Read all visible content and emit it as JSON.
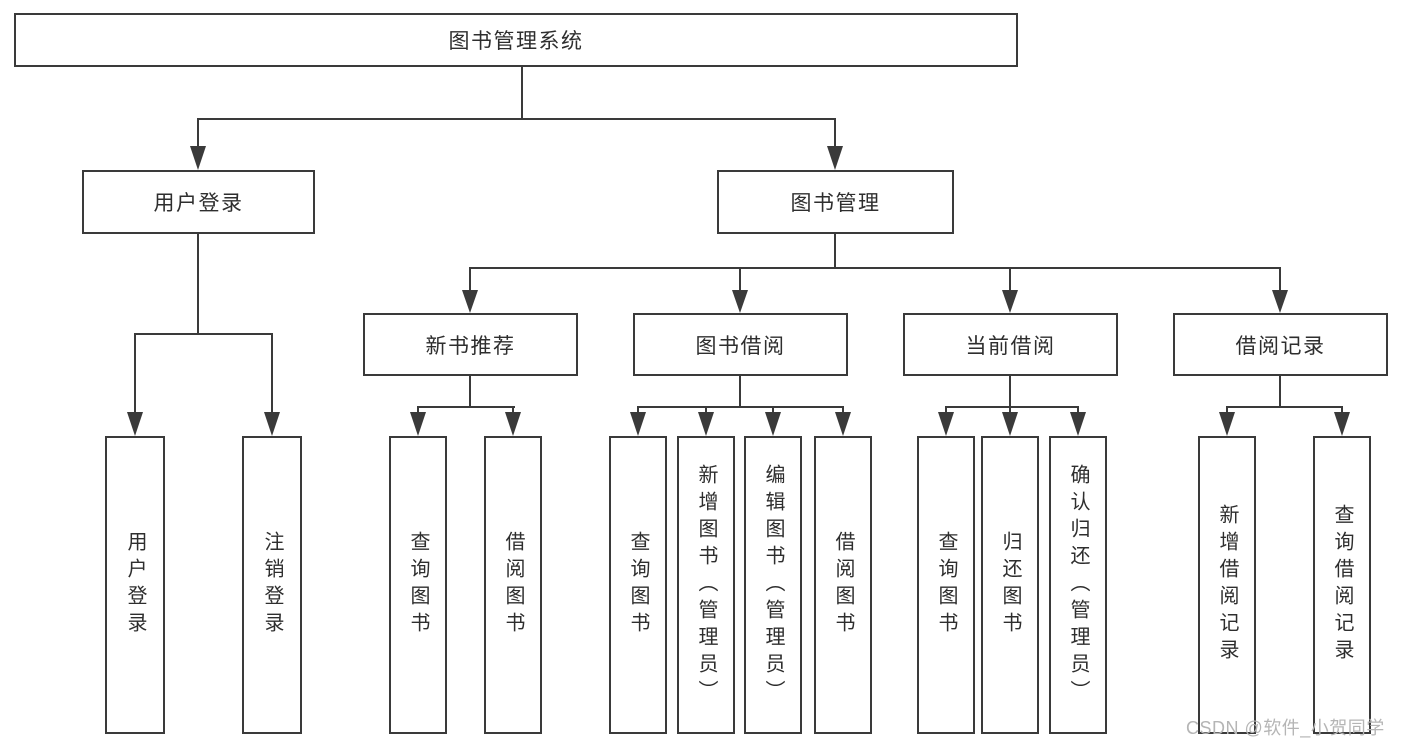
{
  "diagram": {
    "title_node": {
      "label": "图书管理系统"
    },
    "level1": [
      {
        "id": "user-login",
        "label": "用户登录"
      },
      {
        "id": "book-management",
        "label": "图书管理"
      }
    ],
    "level2": [
      {
        "id": "new-book-recommend",
        "label": "新书推荐",
        "parent": "图书管理"
      },
      {
        "id": "book-borrow",
        "label": "图书借阅",
        "parent": "图书管理"
      },
      {
        "id": "current-borrow",
        "label": "当前借阅",
        "parent": "图书管理"
      },
      {
        "id": "borrow-records",
        "label": "借阅记录",
        "parent": "图书管理"
      }
    ],
    "leaves": [
      {
        "id": "leaf-user-login",
        "label": "用户登录",
        "parent": "用户登录"
      },
      {
        "id": "leaf-logout",
        "label": "注销登录",
        "parent": "用户登录"
      },
      {
        "id": "leaf-query-books-1",
        "label": "查询图书",
        "parent": "新书推荐"
      },
      {
        "id": "leaf-borrow-books-1",
        "label": "借阅图书",
        "parent": "新书推荐"
      },
      {
        "id": "leaf-query-books-2",
        "label": "查询图书",
        "parent": "图书借阅"
      },
      {
        "id": "leaf-add-book-admin",
        "label": "新增图书（管理员）",
        "parent": "图书借阅"
      },
      {
        "id": "leaf-edit-book-admin",
        "label": "编辑图书（管理员）",
        "parent": "图书借阅"
      },
      {
        "id": "leaf-borrow-books-2",
        "label": "借阅图书",
        "parent": "图书借阅"
      },
      {
        "id": "leaf-query-books-3",
        "label": "查询图书",
        "parent": "当前借阅"
      },
      {
        "id": "leaf-return-book",
        "label": "归还图书",
        "parent": "当前借阅"
      },
      {
        "id": "leaf-confirm-return",
        "label": "确认归还（管理员）",
        "parent": "当前借阅"
      },
      {
        "id": "leaf-add-borrow-record",
        "label": "新增借阅记录",
        "parent": "借阅记录"
      },
      {
        "id": "leaf-query-borrow-record",
        "label": "查询借阅记录",
        "parent": "借阅记录"
      }
    ]
  },
  "watermark": {
    "text": "CSDN @软件_小贺同学"
  },
  "colors": {
    "line": "#3a3a3a",
    "text": "#2e2e2e",
    "watermark": "#b5b5b5",
    "background": "#ffffff"
  }
}
